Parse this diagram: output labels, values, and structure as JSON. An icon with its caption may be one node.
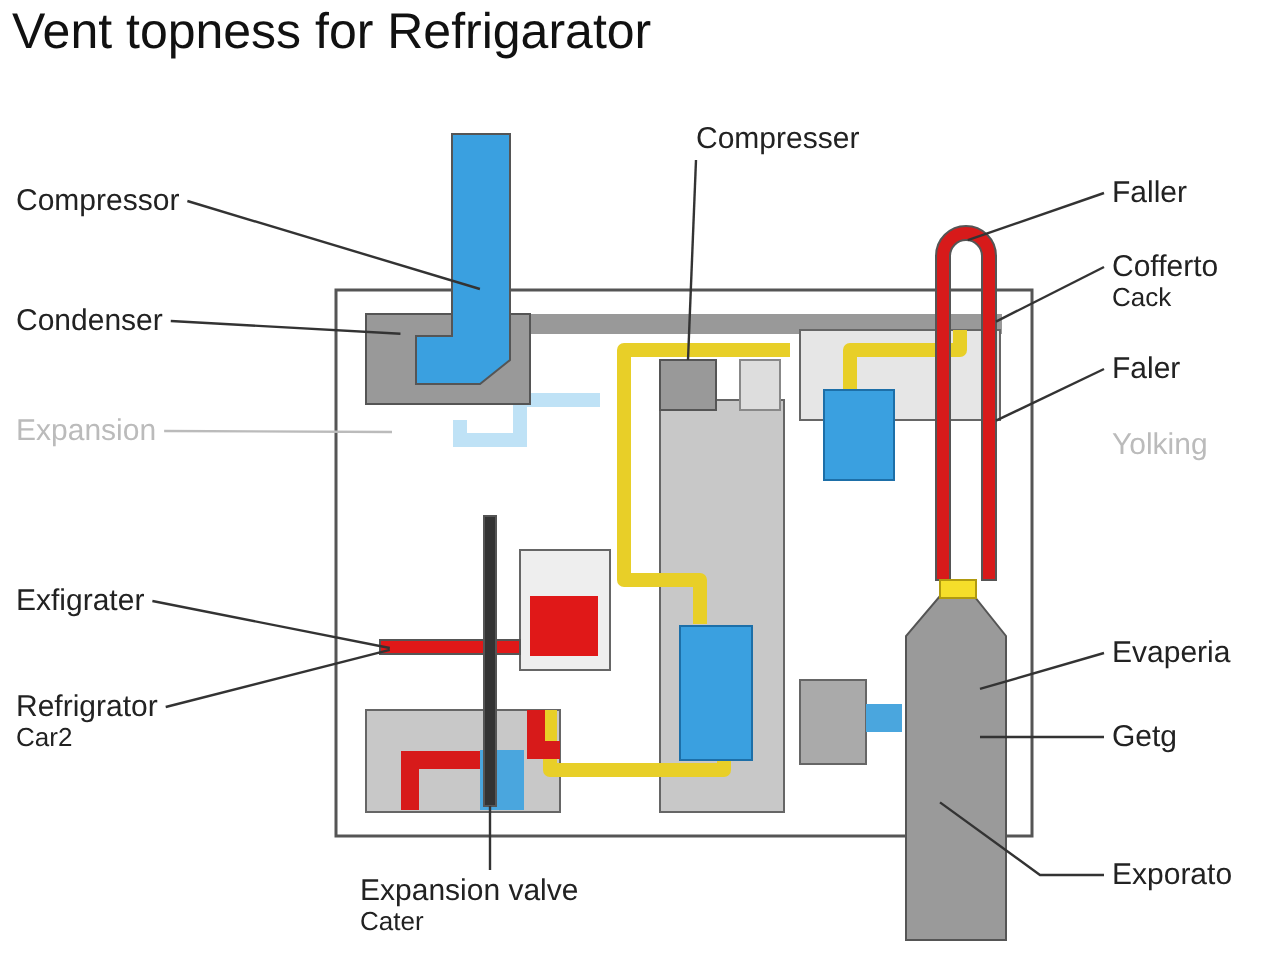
{
  "diagram": {
    "title": "Vent topness for Refrigarator",
    "nodes": [
      {
        "text": [
          "Compressor"
        ]
      },
      {
        "text": [
          "Condenser"
        ]
      },
      {
        "text": [
          "Expansion"
        ]
      },
      {
        "text": [
          "Exfigrater"
        ]
      },
      {
        "text": [
          "Refrigrator",
          "Car2"
        ]
      },
      {
        "text": [
          "Expansion valve",
          "Cater"
        ]
      },
      {
        "text": [
          "Compresser"
        ]
      },
      {
        "text": [
          "Faller"
        ]
      },
      {
        "text": [
          "Cofferto",
          "Cack"
        ]
      },
      {
        "text": [
          "Faler"
        ]
      },
      {
        "text": [
          "Evaperia"
        ]
      },
      {
        "text": [
          "Getg"
        ]
      },
      {
        "text": [
          "Exporato"
        ]
      },
      {
        "text": [],
        "shape": "bar"
      },
      {
        "text": [],
        "shape": "box"
      },
      {
        "text": [],
        "shape": "bar"
      },
      {
        "text": [],
        "shape": "bar"
      },
      {
        "text": [],
        "shape": "box"
      },
      {
        "text": [],
        "shape": "bar"
      },
      {
        "text": [],
        "shape": "cylinder"
      }
    ],
    "edges": [
      {
        "from": 0,
        "to": 13,
        "arrow": "none"
      },
      {
        "from": 1,
        "to": 14,
        "arrow": "none"
      },
      {
        "from": 2,
        "to": null,
        "arrow": "none",
        "color": "#bbbbbb"
      },
      {
        "from": 3,
        "to": 15,
        "arrow": "none"
      },
      {
        "from": 4,
        "to": 15,
        "arrow": "none"
      },
      {
        "from": 5,
        "to": 16,
        "arrow": "none"
      },
      {
        "from": 6,
        "to": 17,
        "arrow": "none"
      },
      {
        "from": 7,
        "to": 18,
        "arrow": "none"
      },
      {
        "from": 8,
        "to": 18,
        "arrow": "none"
      },
      {
        "from": 9,
        "to": 18,
        "arrow": "none"
      },
      {
        "from": 10,
        "to": 19,
        "arrow": "none"
      },
      {
        "from": 11,
        "to": 19,
        "arrow": "none"
      },
      {
        "from": 12,
        "to": 19,
        "arrow": "none"
      }
    ],
    "labels": [
      "Yolking"
    ]
  }
}
